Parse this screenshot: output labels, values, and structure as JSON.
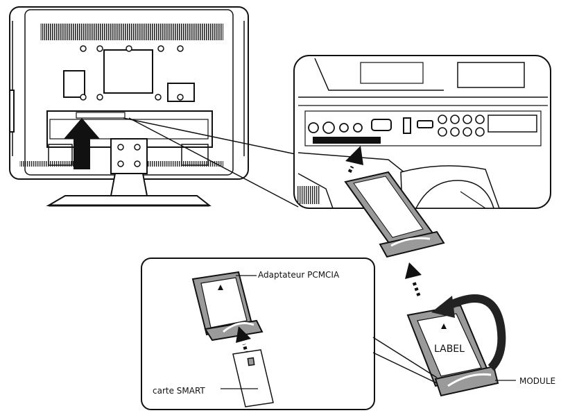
{
  "labels": {
    "adapter": "Adaptateur PCMCIA",
    "smart_card": "carte SMART",
    "module": "MODULE",
    "module_label": "LABEL"
  },
  "colors": {
    "line": "#111111",
    "fill_light": "#ffffff",
    "fill_gray": "#9a9a9a",
    "fill_dark": "#222222"
  },
  "icons": {
    "arrow_up": "arrow-up-icon",
    "curved_arrow": "rotate-arrow-icon",
    "dashed_arrow": "insert-arrow-icon"
  }
}
